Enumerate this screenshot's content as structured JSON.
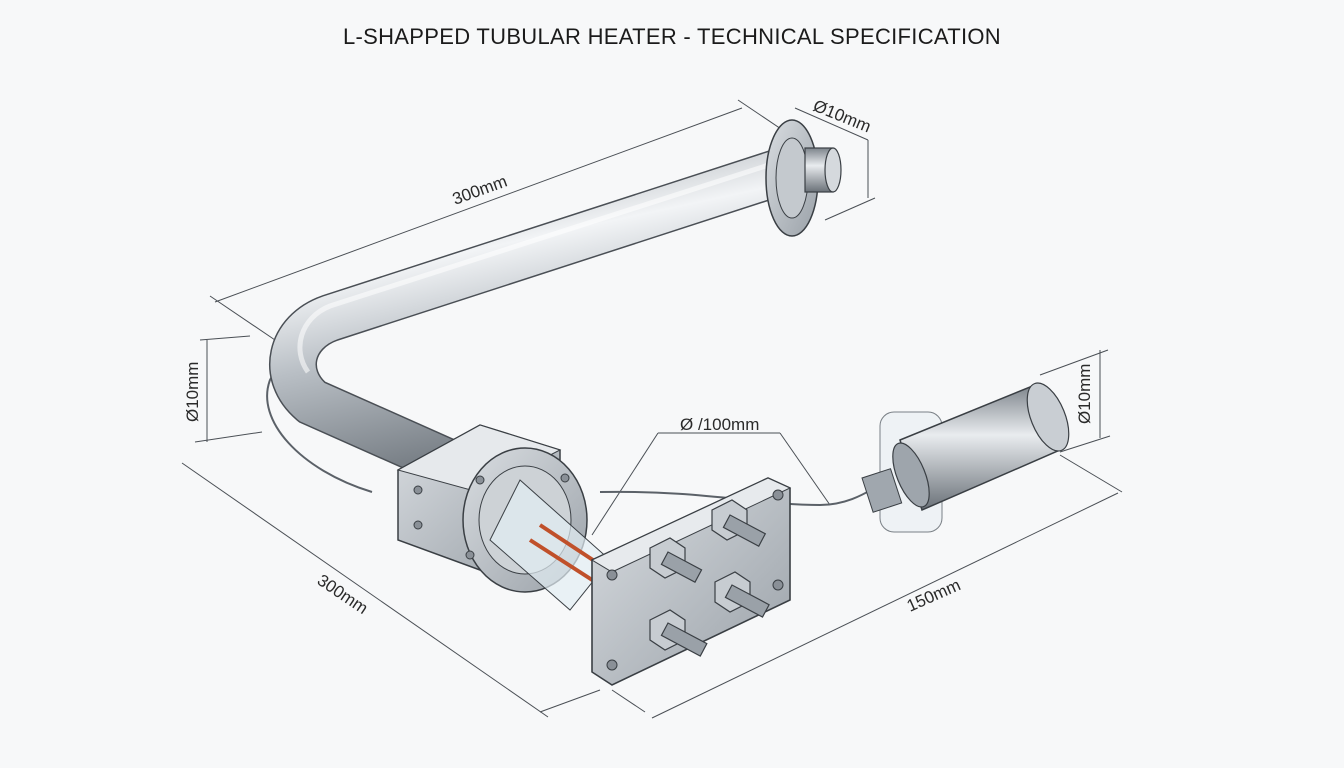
{
  "title": "L-SHAPPED TUBULAR HEATER - TECHNICAL SPECIFICATION",
  "dimensions": {
    "top_length": "300mm",
    "flange_diameter": "Ø10mm",
    "left_diameter": "Ø10mm",
    "bottom_length": "300mm",
    "sheath_callout": "Ø /100mm",
    "probe_diameter": "Ø10mm",
    "probe_length": "150mm"
  },
  "colors": {
    "steel": "#aeb4ba",
    "line": "#3a3f44",
    "element_wire": "#c0502a",
    "background": "#f7f8f9"
  }
}
